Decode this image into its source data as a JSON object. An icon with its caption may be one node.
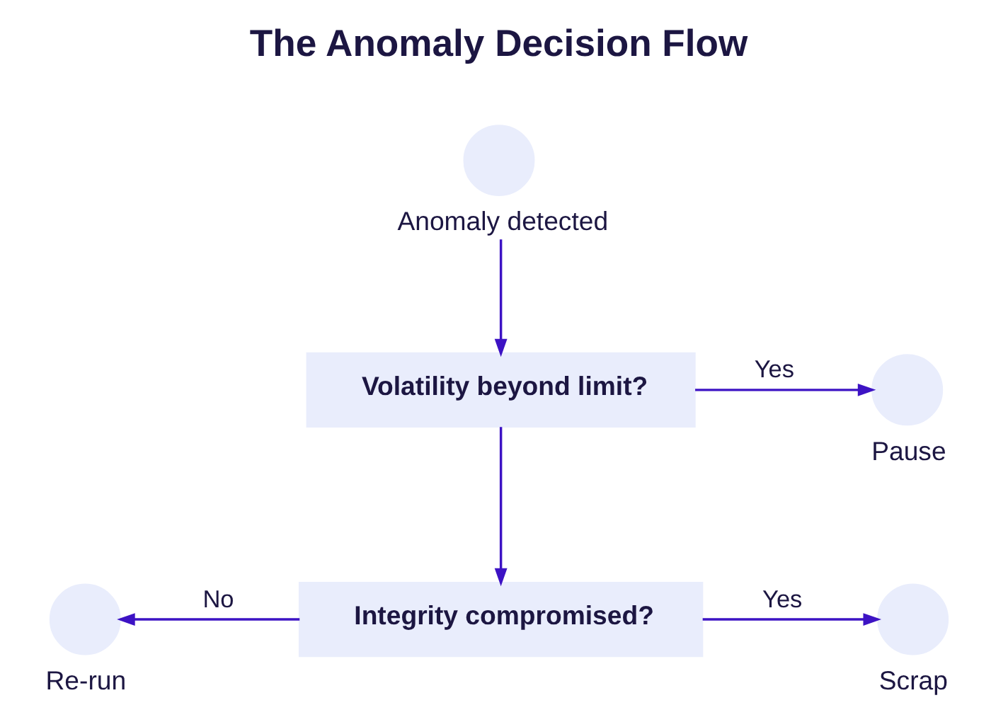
{
  "diagram": {
    "title": "The Anomaly Decision Flow",
    "nodes": [
      {
        "text": [],
        "shape": "circle",
        "beside": [
          "Anomaly detected"
        ]
      },
      {
        "text": [
          "Volatility beyond limit?"
        ]
      },
      {
        "text": [],
        "shape": "circle",
        "beside": [
          "Pause"
        ]
      },
      {
        "text": [],
        "shape": "circle",
        "beside": [
          "Re-run"
        ]
      },
      {
        "text": [
          "Integrity compromised?"
        ]
      },
      {
        "text": [],
        "shape": "circle",
        "beside": [
          "Scrap"
        ]
      }
    ],
    "edges": [
      {
        "from": 0,
        "to": 1,
        "arrow": "to"
      },
      {
        "from": 1,
        "to": 2,
        "label": "Yes",
        "arrow": "to"
      },
      {
        "from": 1,
        "to": 4,
        "arrow": "to"
      },
      {
        "from": 4,
        "to": 3,
        "label": "No",
        "arrow": "to"
      },
      {
        "from": 4,
        "to": 5,
        "label": "Yes",
        "arrow": "to"
      }
    ]
  }
}
